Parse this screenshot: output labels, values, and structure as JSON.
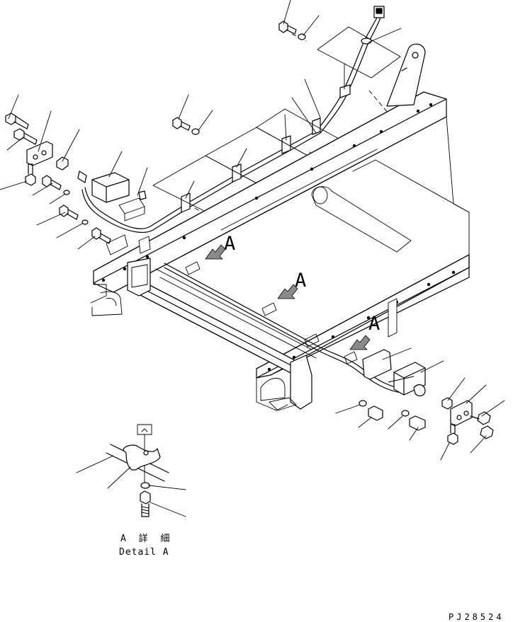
{
  "callouts": [
    "A",
    "A",
    "A"
  ],
  "detail": {
    "title": "A 詳 細",
    "subtitle": "Detail A"
  },
  "drawing_code": "PJ28524"
}
